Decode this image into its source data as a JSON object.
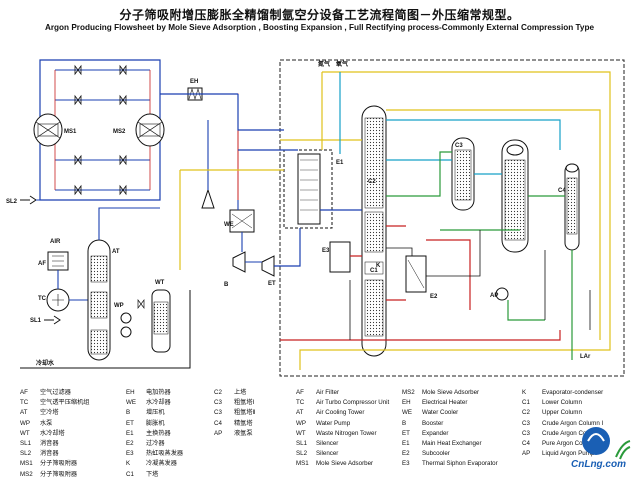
{
  "title_cn": "分子筛吸附增压膨胀全精馏制氩空分设备工艺流程简图－外压缩常规型。",
  "title_en": "Argon Producing Flowsheet by Mole Sieve Adsorption , Boosting Expansion , Full Rectifying process-Commonly External Compression Type",
  "diagram_labels": {
    "ms1": "MS1",
    "ms2": "MS2",
    "eh": "EH",
    "sl2": "SL2",
    "sl1": "SL1",
    "air": "AIR",
    "af": "AF",
    "tc": "TC",
    "at": "AT",
    "wp": "WP",
    "wt": "WT",
    "we": "WE",
    "b": "B",
    "et": "ET",
    "e1": "E1",
    "e2": "E2",
    "e3": "E3",
    "c1": "C1",
    "c2": "C2",
    "c3": "C3",
    "c4": "C4",
    "k": "K",
    "ap": "AP",
    "n2_gas": "氮气",
    "o2_gas": "氧气",
    "lar": "LAr",
    "cooling_water": "冷却水"
  },
  "legend_cn": [
    {
      "code": "AF",
      "name": "空气过滤器"
    },
    {
      "code": "TC",
      "name": "空气透平压缩机组"
    },
    {
      "code": "AT",
      "name": "空冷塔"
    },
    {
      "code": "WP",
      "name": "水泵"
    },
    {
      "code": "WT",
      "name": "水冷却塔"
    },
    {
      "code": "SL1",
      "name": "消音器"
    },
    {
      "code": "SL2",
      "name": "消音器"
    },
    {
      "code": "MS1",
      "name": "分子筛吸附器"
    },
    {
      "code": "MS2",
      "name": "分子筛吸附器"
    }
  ],
  "legend_cn2": [
    {
      "code": "EH",
      "name": "电加热器"
    },
    {
      "code": "WE",
      "name": "水冷却器"
    },
    {
      "code": "B",
      "name": "增压机"
    },
    {
      "code": "ET",
      "name": "膨胀机"
    },
    {
      "code": "E1",
      "name": "主换热器"
    },
    {
      "code": "E2",
      "name": "过冷器"
    },
    {
      "code": "E3",
      "name": "热虹吸蒸发器"
    },
    {
      "code": "K",
      "name": "冷凝蒸发器"
    },
    {
      "code": "C1",
      "name": "下塔"
    }
  ],
  "legend_cn3": [
    {
      "code": "C2",
      "name": "上塔"
    },
    {
      "code": "C3",
      "name": "粗氩塔Ⅰ"
    },
    {
      "code": "C3",
      "name": "粗氩塔Ⅱ"
    },
    {
      "code": "C4",
      "name": "精氩塔"
    },
    {
      "code": "AP",
      "name": "液氩泵"
    }
  ],
  "legend_en": [
    {
      "code": "AF",
      "name": "Air Filter"
    },
    {
      "code": "TC",
      "name": "Air Turbo Compressor Unit"
    },
    {
      "code": "AT",
      "name": "Air Cooling Tower"
    },
    {
      "code": "WP",
      "name": "Water Pump"
    },
    {
      "code": "WT",
      "name": "Waste Nitrogen Tower"
    },
    {
      "code": "SL1",
      "name": "Silencer"
    },
    {
      "code": "SL2",
      "name": "Silencer"
    },
    {
      "code": "MS1",
      "name": "Mole Sieve Adsorber"
    }
  ],
  "legend_en2": [
    {
      "code": "MS2",
      "name": "Mole Sieve Adsorber"
    },
    {
      "code": "EH",
      "name": "Electrical Heater"
    },
    {
      "code": "WE",
      "name": "Water Cooler"
    },
    {
      "code": "B",
      "name": "Booster"
    },
    {
      "code": "ET",
      "name": "Expander"
    },
    {
      "code": "E1",
      "name": "Main Heat Exchanger"
    },
    {
      "code": "E2",
      "name": "Subcooler"
    },
    {
      "code": "E3",
      "name": "Thermal Siphon Evaporator"
    }
  ],
  "legend_en3": [
    {
      "code": "K",
      "name": "Evaporator-condenser"
    },
    {
      "code": "C1",
      "name": "Lower Column"
    },
    {
      "code": "C2",
      "name": "Upper Column"
    },
    {
      "code": "C3",
      "name": "Crude Argon Column I"
    },
    {
      "code": "C3",
      "name": "Crude Argon Column II"
    },
    {
      "code": "C4",
      "name": "Pure Argon Column"
    },
    {
      "code": "AP",
      "name": "Liquid Argon Pump"
    }
  ],
  "logo_text": "CnLng.com",
  "colors": {
    "air_line": "#1a3fb0",
    "water_line": "#1a1a1a",
    "nitrogen_line": "#e0c21a",
    "oxygen_line": "#16a0c8",
    "argon_line": "#2a9a3a",
    "red_line": "#c82020"
  }
}
